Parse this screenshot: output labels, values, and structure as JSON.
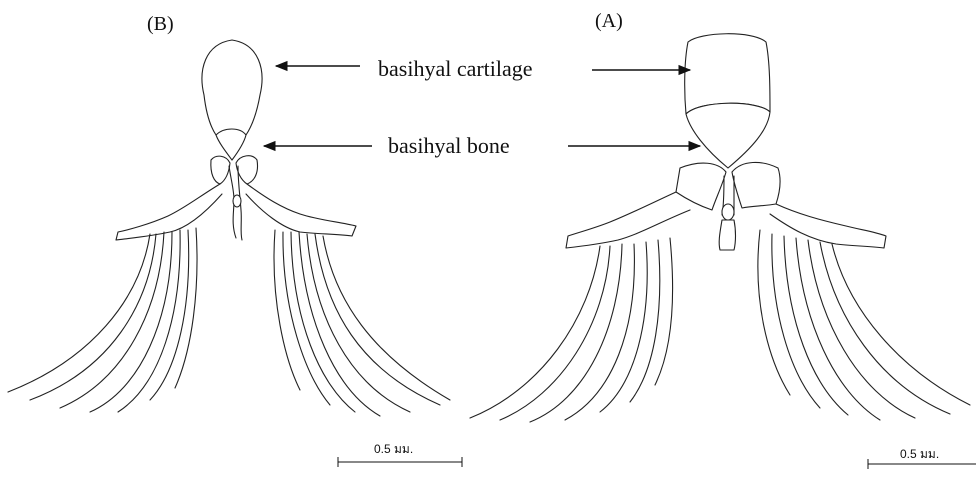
{
  "panels": {
    "left_label": "(B)",
    "right_label": "(A)"
  },
  "annotations": {
    "cartilage": "basihyal cartilage",
    "bone": "basihyal bone"
  },
  "scale_bars": {
    "left": "0.5 มม.",
    "right": "0.5 มม."
  },
  "colors": {
    "ink": "#222222",
    "stipple": "#555555"
  }
}
